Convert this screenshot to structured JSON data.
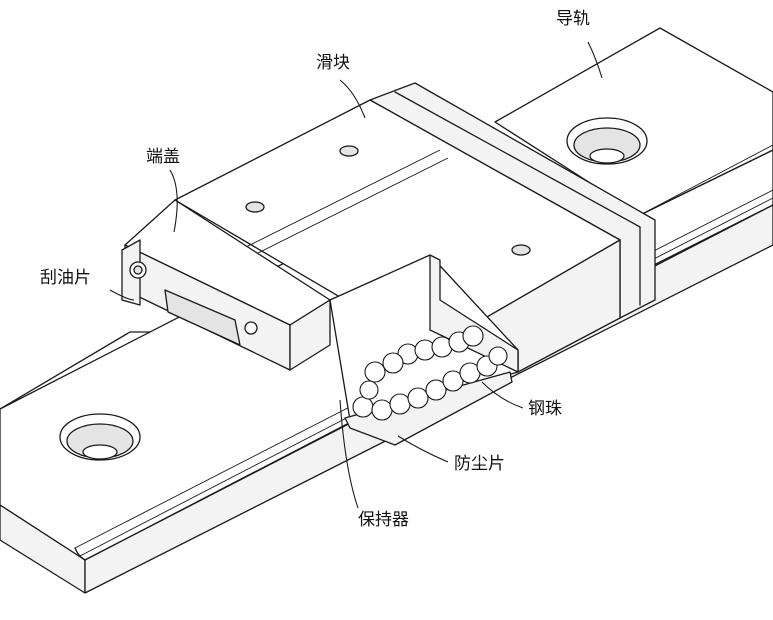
{
  "labels": {
    "rail": "导轨",
    "block": "滑块",
    "end_cap": "端盖",
    "wiper": "刮油片",
    "balls": "钢珠",
    "dust_plate": "防尘片",
    "retainer": "保持器"
  }
}
